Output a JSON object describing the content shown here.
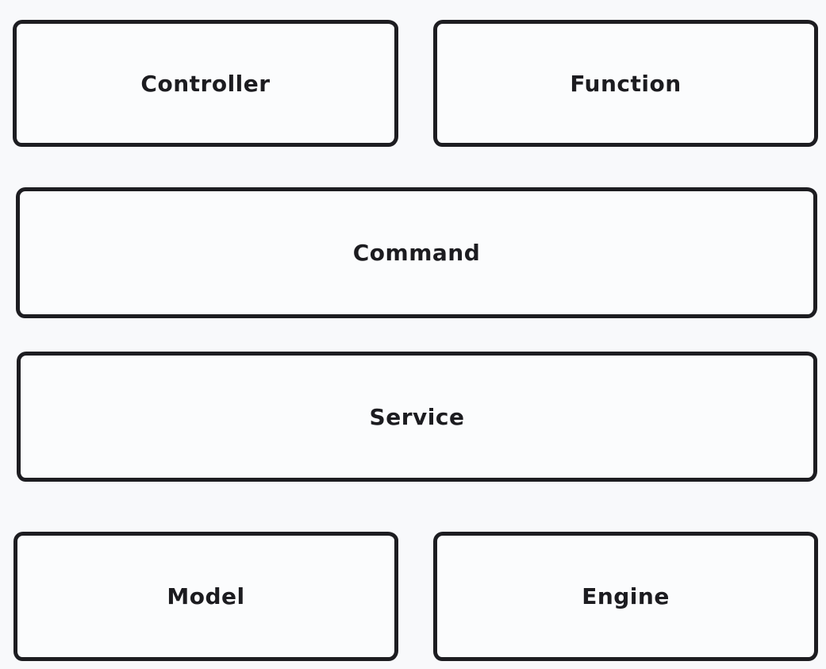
{
  "diagram": {
    "background_color": "#f8f9fb",
    "stroke_color": "#1d1d21",
    "text_color": "#1c1c20",
    "rows": [
      {
        "boxes": [
          {
            "label": "Controller"
          },
          {
            "label": "Function"
          }
        ]
      },
      {
        "boxes": [
          {
            "label": "Command"
          }
        ]
      },
      {
        "boxes": [
          {
            "label": "Service"
          }
        ]
      },
      {
        "boxes": [
          {
            "label": "Model"
          },
          {
            "label": "Engine"
          }
        ]
      }
    ]
  }
}
